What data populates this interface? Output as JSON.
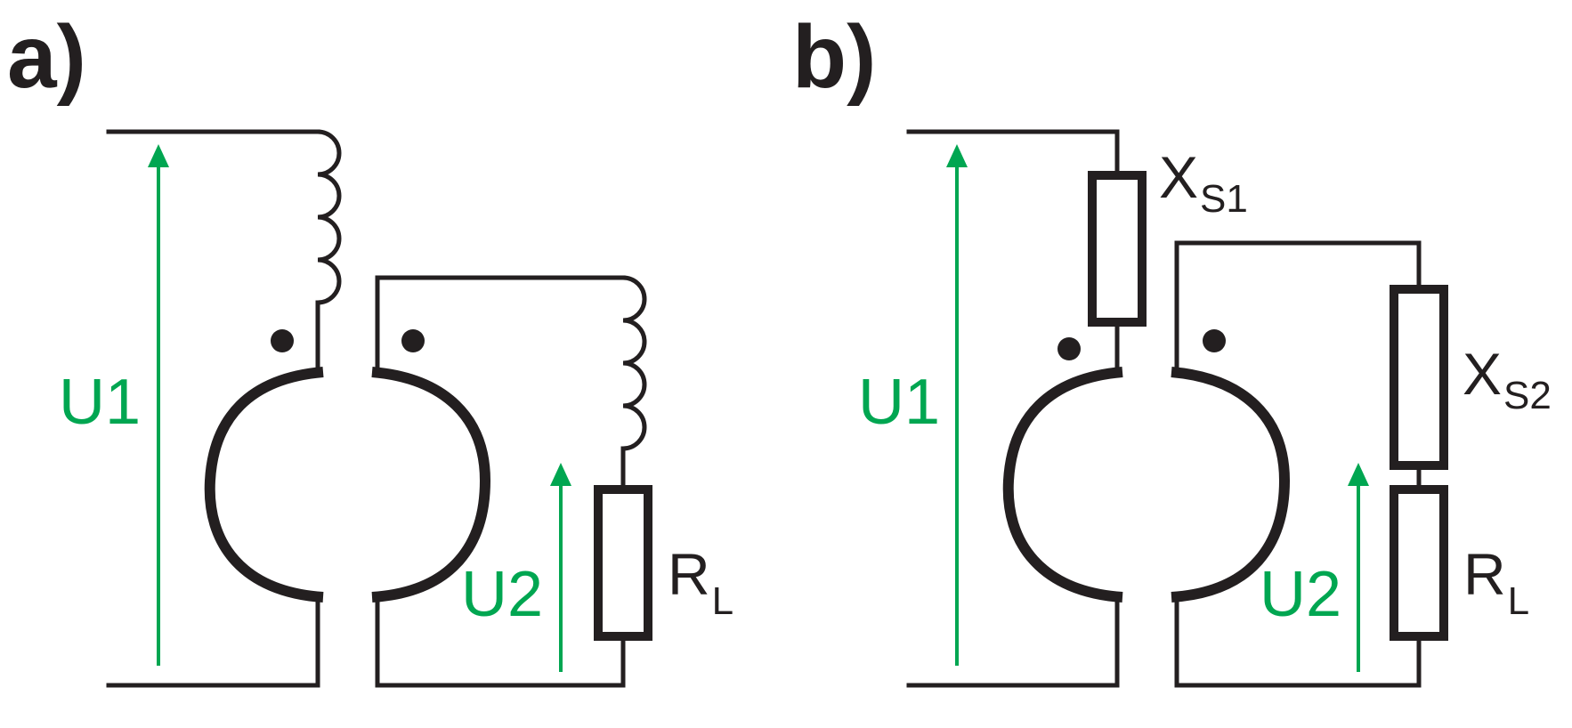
{
  "panels": [
    {
      "label": "a)",
      "primary_voltage": "U1",
      "secondary_voltage": "U2",
      "load": {
        "main": "R",
        "sub": "L"
      }
    },
    {
      "label": "b)",
      "primary_voltage": "U1",
      "secondary_voltage": "U2",
      "leakage_primary": {
        "main": "X",
        "sub": "S1"
      },
      "leakage_secondary": {
        "main": "X",
        "sub": "S2"
      },
      "load": {
        "main": "R",
        "sub": "L"
      }
    }
  ],
  "colors": {
    "wire": "#231f20",
    "voltage": "#00a651",
    "background": "#ffffff"
  }
}
